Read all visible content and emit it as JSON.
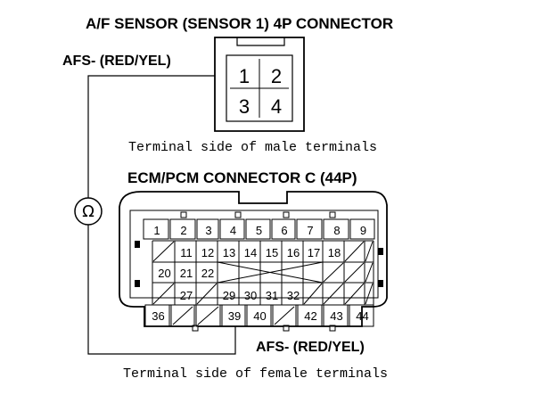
{
  "diagram": {
    "title_af": "A/F SENSOR (SENSOR 1) 4P CONNECTOR",
    "label_afs_top": "AFS- (RED/YEL)",
    "caption_male": "Terminal side of male terminals",
    "title_ecm": "ECM/PCM CONNECTOR C (44P)",
    "label_afs_bottom": "AFS- (RED/YEL)",
    "caption_female": "Terminal side of female terminals",
    "ohmmeter_symbol": "Ω",
    "af_connector": {
      "pins": [
        "1",
        "2",
        "3",
        "4"
      ],
      "probed_pin": "1"
    },
    "ecm_connector": {
      "row1": [
        "1",
        "2",
        "3",
        "4",
        "5",
        "6",
        "7",
        "8",
        "9"
      ],
      "row2": [
        "",
        "11",
        "12",
        "13",
        "14",
        "15",
        "16",
        "17",
        "18",
        "",
        ""
      ],
      "row3": [
        "20",
        "21",
        "22",
        "",
        "",
        "",
        "",
        "",
        "",
        "",
        ""
      ],
      "row4": [
        "",
        "27",
        "",
        "29",
        "30",
        "31",
        "32",
        "",
        "",
        "",
        ""
      ],
      "row5": [
        "36",
        "",
        "",
        "39",
        "40",
        "",
        "42",
        "43",
        "44"
      ],
      "probed_pin": "39"
    }
  }
}
